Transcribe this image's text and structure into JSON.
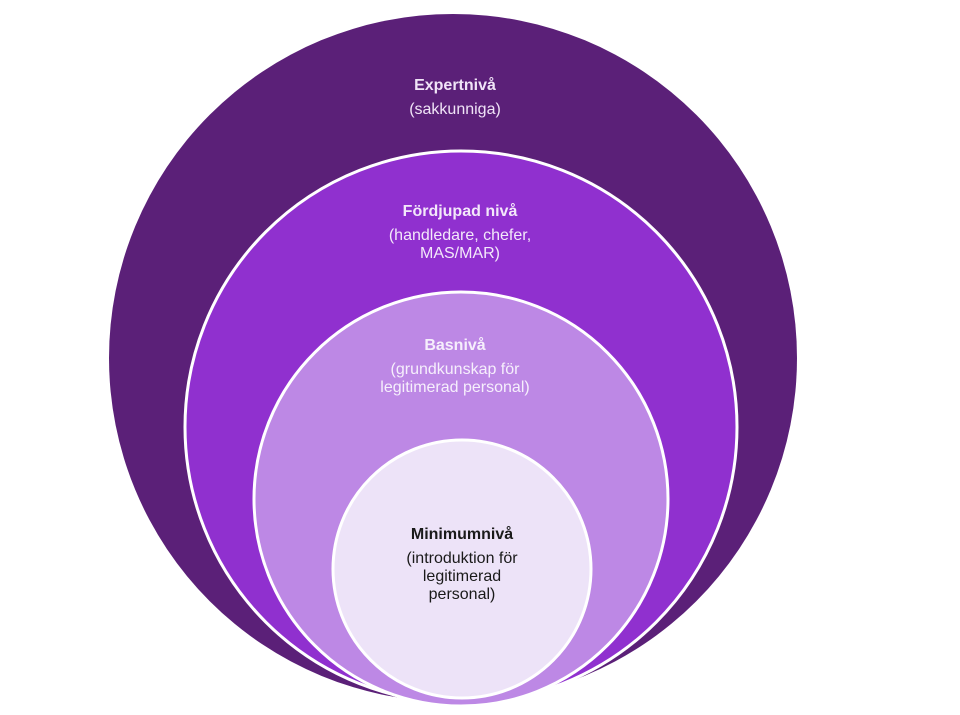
{
  "diagram": {
    "type": "nested-circles",
    "levels": [
      {
        "title": "Expertnivå",
        "description": "(sakkunniga)",
        "fill": "#5b2078",
        "text_color": "#f0e4f7"
      },
      {
        "title": "Fördjupad nivå",
        "description": "(handledare, chefer,\nMAS/MAR)",
        "fill": "#9030cf",
        "text_color": "#f3e8fa"
      },
      {
        "title": "Basnivå",
        "description": "(grundkunskap för\nlegitimerad personal)",
        "fill": "#bd88e5",
        "text_color": "#f6effc"
      },
      {
        "title": "Minimumnivå",
        "description": "(introduktion för\nlegitimerad\npersonal)",
        "fill": "#ede3f8",
        "text_color": "#1a1a1a"
      }
    ],
    "border_color": "#ffffff"
  }
}
